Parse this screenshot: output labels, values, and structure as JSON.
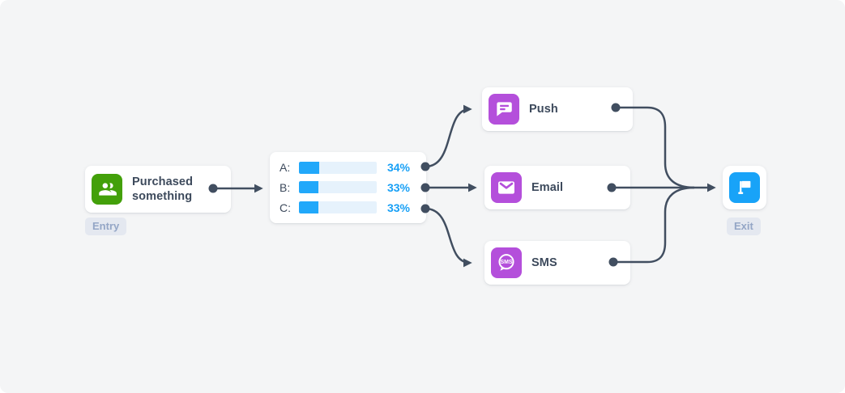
{
  "diagram": {
    "entry": {
      "title": "Purchased something",
      "badge": "Entry"
    },
    "split": {
      "rows": [
        {
          "label": "A:",
          "percent": "34%",
          "fill_pct": 26
        },
        {
          "label": "B:",
          "percent": "33%",
          "fill_pct": 25
        },
        {
          "label": "C:",
          "percent": "33%",
          "fill_pct": 25
        }
      ]
    },
    "channels": [
      {
        "label": "Push"
      },
      {
        "label": "Email"
      },
      {
        "label": "SMS"
      }
    ],
    "exit": {
      "badge": "Exit"
    },
    "sms_icon_text": "SMS"
  },
  "colors": {
    "canvas_bg": "#f4f5f6",
    "entry_icon": "#43a00a",
    "channel_icon": "#b44fdb",
    "exit_icon": "#18a3f8",
    "bar_track": "#e6f2fc",
    "bar_fill": "#21a8fa",
    "percent_text": "#18a0f6",
    "connector": "#414e60",
    "badge_bg": "#e4e8f0",
    "badge_text": "#94a6c6",
    "label_text": "#3d4a5c"
  }
}
